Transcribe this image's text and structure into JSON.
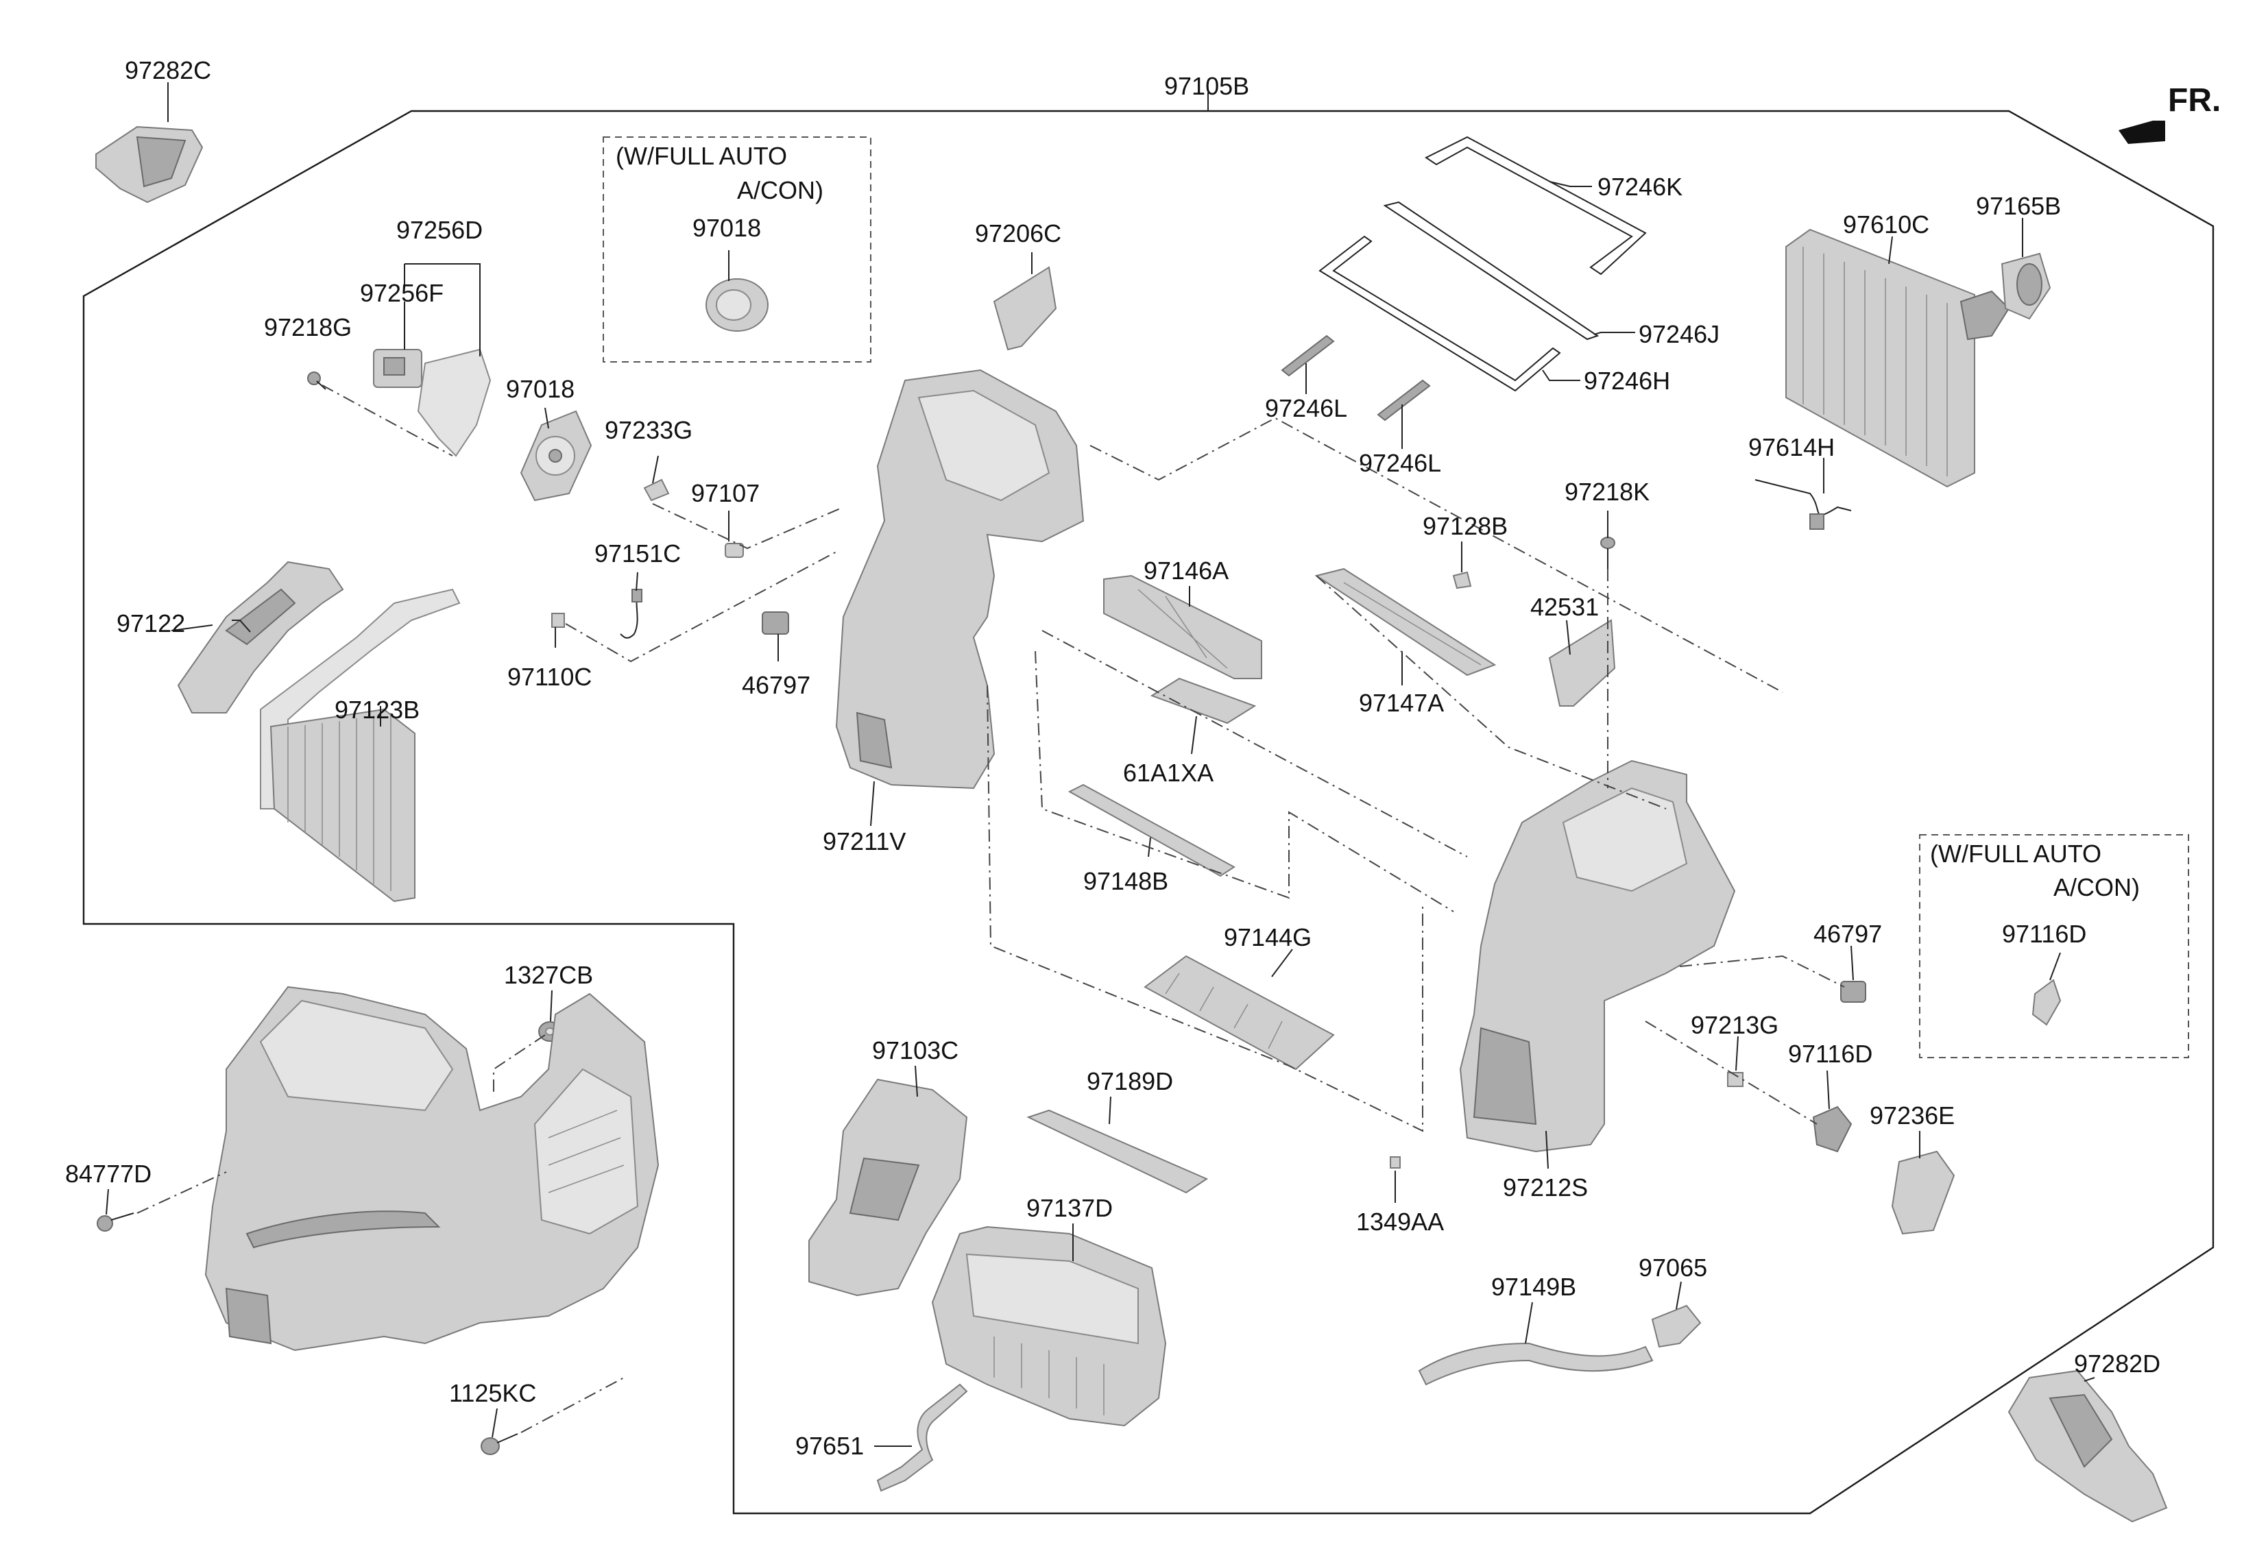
{
  "diagram": {
    "assembly_label": "97105B",
    "fr_label": "FR.",
    "option_boxes": [
      {
        "line1": "(W/FULL AUTO",
        "line2": "A/CON)"
      },
      {
        "line1": "(W/FULL AUTO",
        "line2": "A/CON)"
      }
    ],
    "parts": [
      "97282C",
      "97256D",
      "97256F",
      "97218G",
      "97018",
      "97018",
      "97233G",
      "97107",
      "97151C",
      "97110C",
      "46797",
      "97122",
      "97123B",
      "97206C",
      "97211V",
      "97146A",
      "61A1XA",
      "97148B",
      "97144G",
      "97147A",
      "97246K",
      "97246J",
      "97246H",
      "97246L",
      "97246L",
      "97128B",
      "97218K",
      "42531",
      "97610C",
      "97165B",
      "97614H",
      "46797",
      "97116D",
      "97213G",
      "97116D",
      "97236E",
      "97212S",
      "1349AA",
      "97149B",
      "97065",
      "97282D",
      "97103C",
      "97189D",
      "97137D",
      "97651",
      "1327CB",
      "84777D",
      "1125KC"
    ]
  }
}
